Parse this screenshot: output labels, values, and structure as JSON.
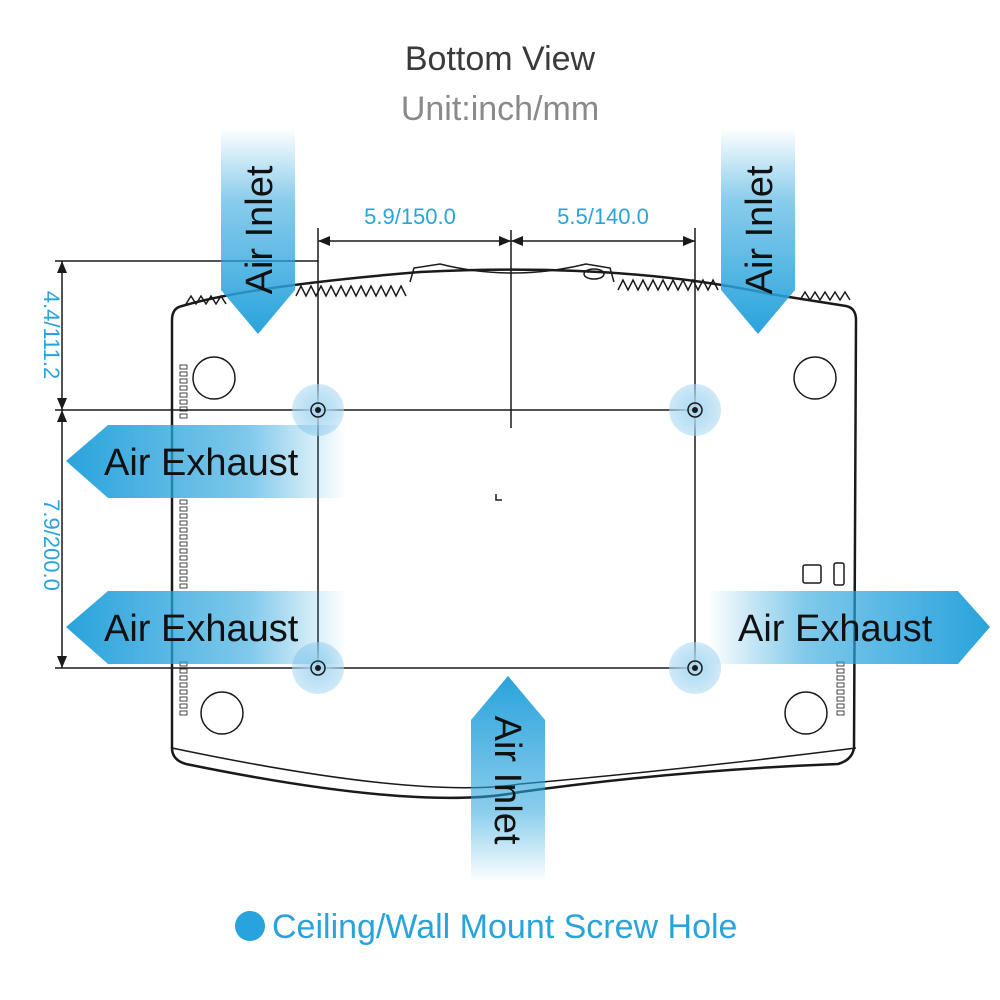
{
  "header": {
    "title": "Bottom View",
    "subtitle": "Unit:inch/mm"
  },
  "dimensions": {
    "top_left": "5.9/150.0",
    "top_right": "5.5/140.0",
    "left_upper": "4.4/111.2",
    "left_lower": "7.9/200.0"
  },
  "airflow": {
    "inlet_label": "Air Inlet",
    "exhaust_label": "Air Exhaust"
  },
  "legend": {
    "label": "Ceiling/Wall Mount Screw Hole"
  },
  "colors": {
    "accent": "#29a3dc",
    "halo": "#a9d8f2",
    "outline": "#1a1a1a"
  }
}
